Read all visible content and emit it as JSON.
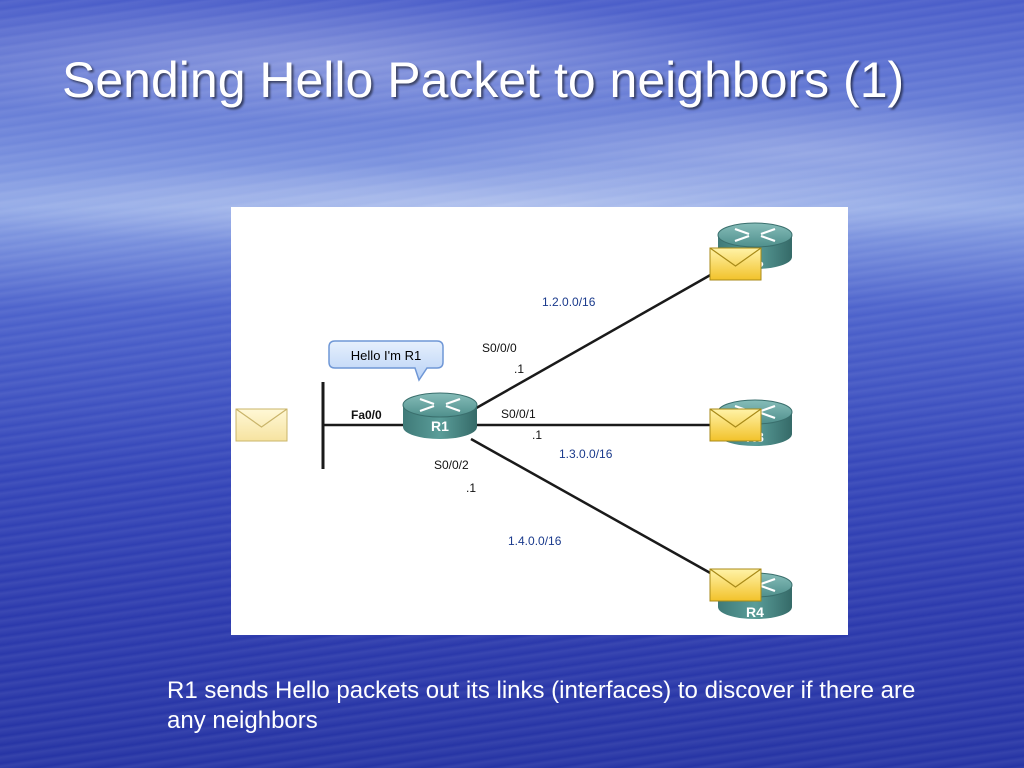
{
  "slide": {
    "title": "Sending Hello Packet to neighbors (1)",
    "caption": "R1 sends Hello packets out its links (interfaces) to discover if there are any neighbors"
  },
  "diagram": {
    "callout": "Hello I'm R1",
    "routers": {
      "r1": "R1",
      "r2": "R2",
      "r3": "R3",
      "r4": "R4"
    },
    "interfaces": {
      "fa00": "Fa0/0",
      "s000": "S0/0/0",
      "s001": "S0/0/1",
      "s002": "S0/0/2",
      "host_s000": ".1",
      "host_s001": ".1",
      "host_s002": ".1"
    },
    "networks": {
      "n12": "1.2.0.0/16",
      "n13": "1.3.0.0/16",
      "n14": "1.4.0.0/16"
    },
    "colors": {
      "network_label": "#1a3a8c",
      "router_body": "#4f8f8c",
      "envelope": "#ffd84a",
      "callout_fill": "#cfe2fb"
    }
  }
}
